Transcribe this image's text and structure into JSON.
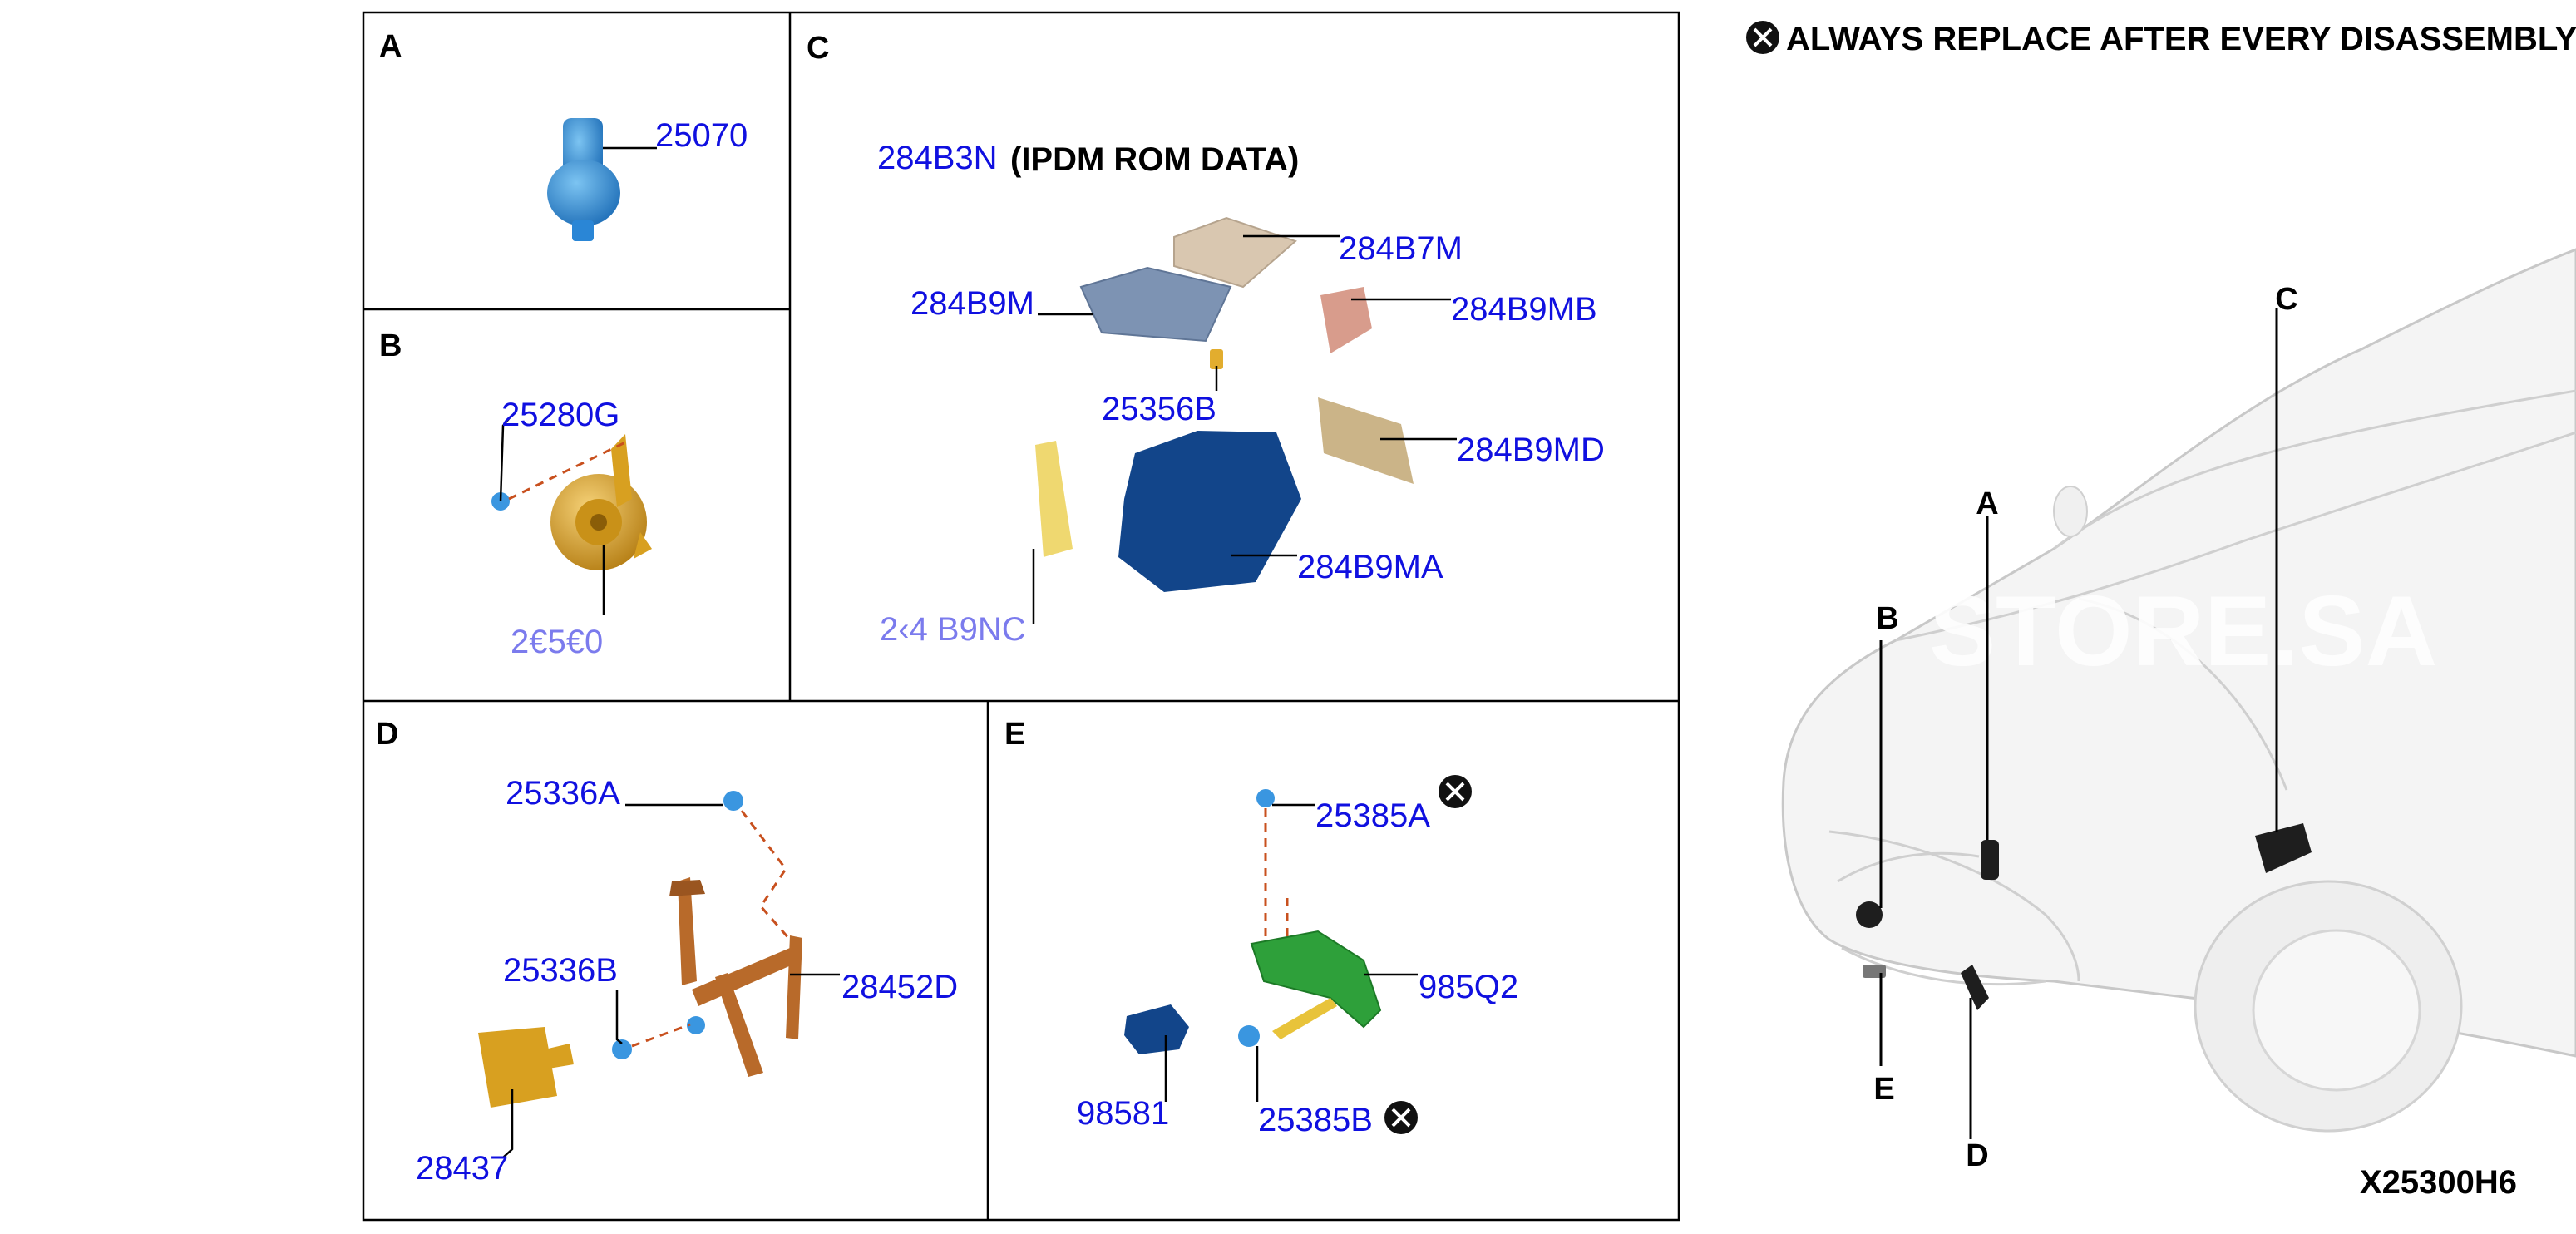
{
  "note": {
    "icon": "x-circle-icon",
    "text": "ALWAYS REPLACE AFTER EVERY DISASSEMBLY"
  },
  "sections": {
    "A": {
      "label": "A",
      "parts": [
        "25070"
      ]
    },
    "B": {
      "label": "B",
      "parts": [
        "25280G",
        "2€5€0"
      ]
    },
    "C": {
      "label": "C",
      "header_part": "284B3N",
      "header_text": "(IPDM ROM DATA)",
      "parts": [
        "284B7M",
        "284B9M",
        "284B9MB",
        "25356B",
        "284B9MD",
        "284B9MA",
        "2‹4 B9NC"
      ]
    },
    "D": {
      "label": "D",
      "parts": [
        "25336A",
        "25336B",
        "28452D",
        "28437"
      ]
    },
    "E": {
      "label": "E",
      "parts": [
        "25385A",
        "985Q2",
        "98581",
        "25385B"
      ]
    }
  },
  "car_callouts": [
    "A",
    "B",
    "C",
    "D",
    "E"
  ],
  "watermark": "STORE.SA",
  "diagram_code": "X25300H6",
  "colors": {
    "part_number": "#1010e0",
    "sensor_blue": "#2a86d6",
    "horn_gold": "#d8a020",
    "bracket_brown": "#b86a2a",
    "bracket_green": "#2ea03a",
    "tan_cover": "#d9c7b0",
    "slate_ecu": "#7d93b3",
    "pink_cover": "#d89c8c",
    "dark_blue_box": "#12458a",
    "leader_dash": "#c8501e"
  }
}
